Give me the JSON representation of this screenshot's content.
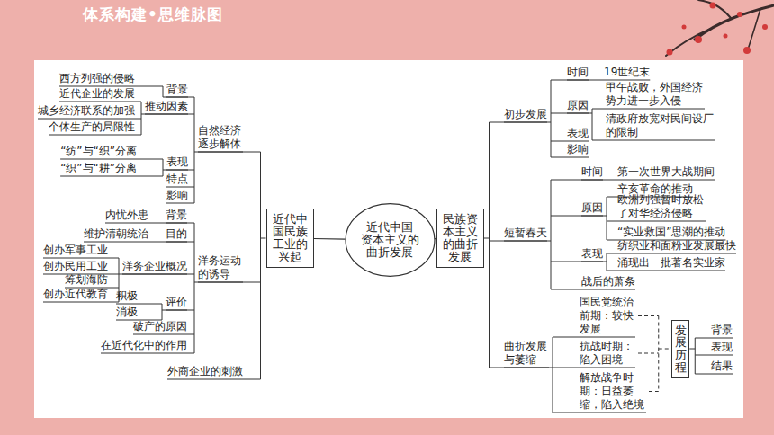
{
  "diagram": {
    "title": "体系构建•思维脉图",
    "nodes": [
      {
        "text": [
          "近代中 国民族 工业的 兴起"
        ]
      },
      {
        "text": [
          "近代中国 资本主义的 曲折发展"
        ]
      },
      {
        "text": [
          "民族资 本主义 的曲折 发展"
        ]
      },
      {
        "text": [
          "发展历程"
        ]
      }
    ],
    "edges": [
      {
        "from": 1,
        "to": 0,
        "arrow": "none"
      },
      {
        "from": 1,
        "to": 2,
        "arrow": "none"
      }
    ],
    "labels": [
      "西方列强的侵略",
      "近代企业的发展",
      "城乡经济联系的加强",
      "个体生产的局限性",
      "背景",
      "推动因素",
      "自然经济 逐步解体",
      "“纺”与“织”分离",
      "“织”与“耕”分离",
      "表现",
      "特点",
      "影响",
      "内忧外患",
      "背景",
      "维护清朝统治",
      "目的",
      "创办军事工业",
      "创办民用工业",
      "筹划海防",
      "创办近代教育",
      "洋务企业概况",
      "积极",
      "消极",
      "评价",
      "破产的原因",
      "在近代化中的作用",
      "洋务运动 的诱导",
      "外商企业的刺激",
      "初步发展",
      "时间",
      "19世纪末",
      "原因",
      "甲午战败，外国经济 势力进一步入侵",
      "清政府放宽对民间设厂 的限制",
      "表现",
      "影响",
      "短暂春天",
      "时间",
      "第一次世界大战期间",
      "辛亥革命的推动",
      "原因",
      "欧洲列强暂时放松 了对华经济侵略",
      "“实业救国”思潮的推动",
      "表现",
      "纺织业和面粉业发展最快",
      "涌现出一批著名实业家",
      "战后的萧条",
      "曲折发展 与萎缩",
      "国民党统治 前期：较快 发展",
      "抗战时期： 陷入困境",
      "解放战争时 期：日益萎 缩，陷入绝境",
      "背景",
      "表现",
      "结果"
    ]
  }
}
